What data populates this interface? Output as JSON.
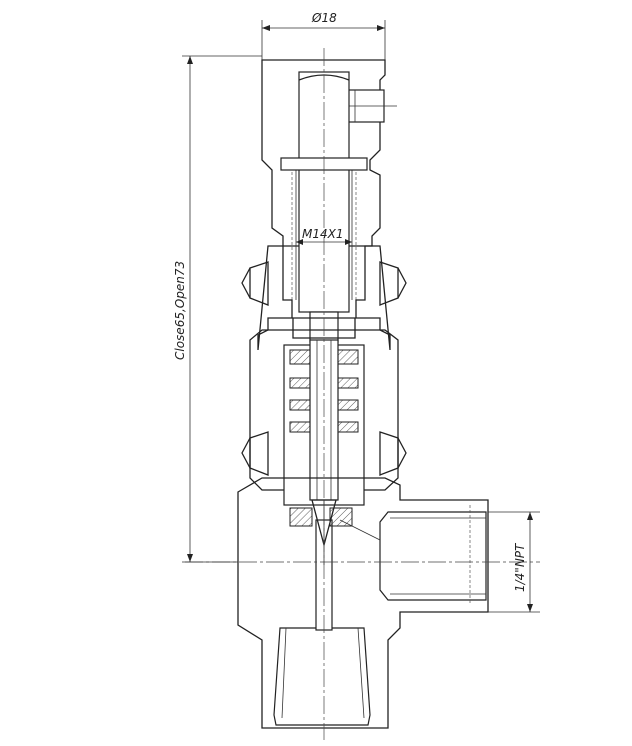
{
  "dimensions": {
    "top_diameter": "Ø18",
    "thread_label": "M14X1",
    "height_label": "Close65,Open73",
    "port_label": "1/4\"NPT"
  },
  "colors": {
    "line": "#222222",
    "background": "#ffffff"
  }
}
